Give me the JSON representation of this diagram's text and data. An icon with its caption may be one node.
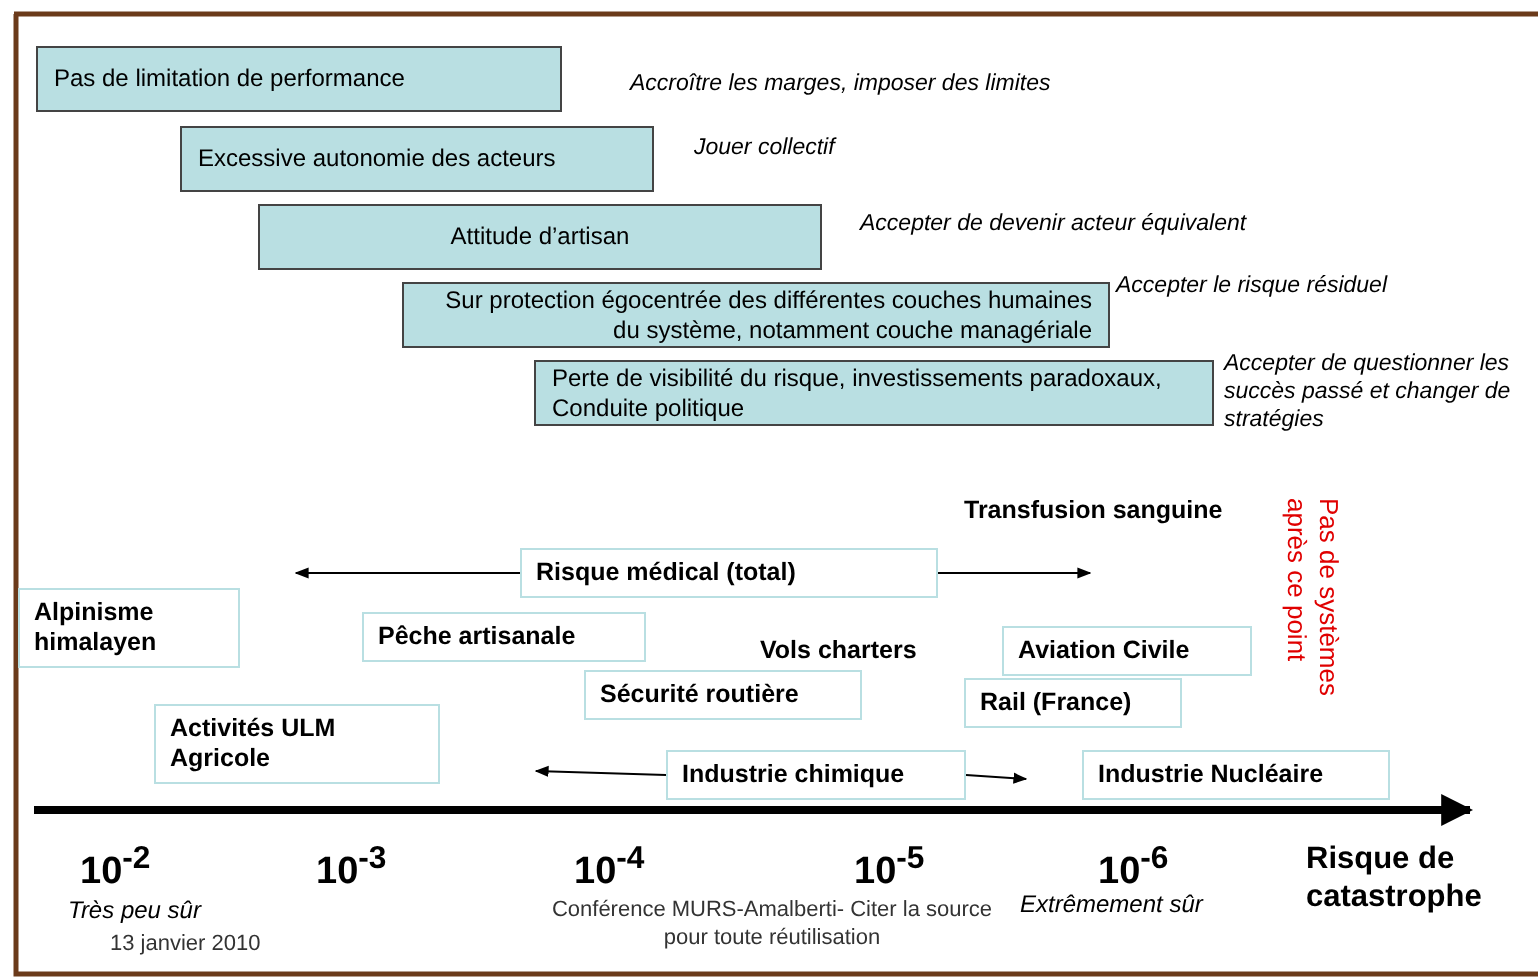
{
  "diagram": {
    "nodes": [
      {
        "text": [
          "Pas de limitation de performance"
        ]
      },
      {
        "text": [
          "Excessive autonomie des acteurs"
        ],
        "beside": [
          "Jouer collectif"
        ]
      },
      {
        "text": [
          "Attitude d’artisan"
        ],
        "beside": [
          "Accepter de devenir acteur équivalent"
        ]
      },
      {
        "text": [
          "Sur protection égocentrée des différentes couches humaines du système, notamment couche managériale"
        ],
        "beside": [
          "Accepter le risque résiduel"
        ]
      },
      {
        "text": [
          "Perte de visibilité du risque, investissements paradoxaux, Conduite politique"
        ],
        "beside": [
          "Accepter de questionner les succès passé et changer de stratégies"
        ]
      },
      {
        "text": [
          "Risque médical (total)"
        ]
      },
      {
        "text": [
          "Alpinisme himalayen"
        ]
      },
      {
        "text": [
          "Pêche artisanale"
        ]
      },
      {
        "text": [
          "Aviation Civile"
        ]
      },
      {
        "text": [
          "Rail (France)"
        ]
      },
      {
        "text": [
          "Sécurité routière"
        ]
      },
      {
        "text": [
          "Activités ULM Agricole"
        ]
      },
      {
        "text": [
          "Industrie chimique"
        ]
      },
      {
        "text": [
          "Industrie Nucléaire"
        ]
      }
    ],
    "edges": [
      {
        "from": 5,
        "to": null,
        "arrow": "to"
      },
      {
        "from": 5,
        "to": null,
        "arrow": "to"
      },
      {
        "from": 12,
        "to": null,
        "arrow": "to"
      },
      {
        "from": 12,
        "to": null,
        "arrow": "to"
      }
    ],
    "labels": [
      "Accroître les marges, imposer des limites",
      "Transfusion sanguine",
      "Vols charters",
      "Pas de systèmes après ce point",
      "10$^{-2}$",
      "10$^{-3}$",
      "10$^{-4}$",
      "10$^{-5}$",
      "10$^{-6}$",
      "Risque de catastrophe",
      "Très peu sûr",
      "13 janvier 2010",
      "Conférence MURS-Amalberti- Citer la source pour toute réutilisation",
      "Extrêmement sûr"
    ]
  }
}
